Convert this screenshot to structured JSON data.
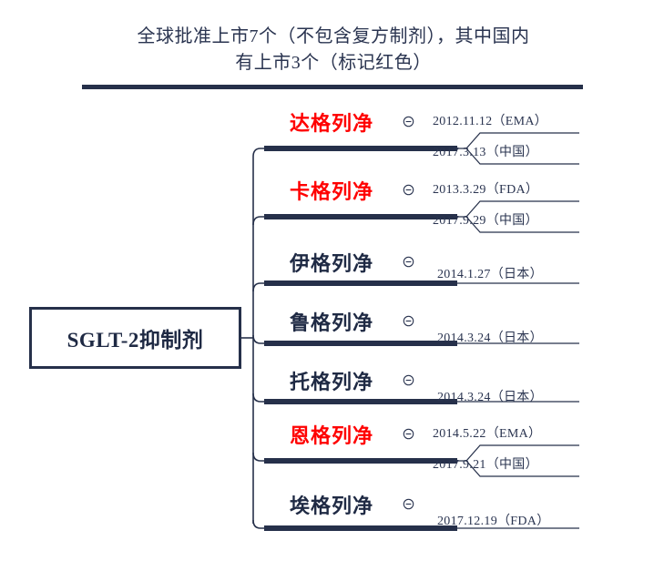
{
  "title": {
    "line1": "全球批准上市7个（不包含复方制剂），其中国内",
    "line2": "有上市3个（标记红色）"
  },
  "root": {
    "label": "SGLT-2抑制剂"
  },
  "colors": {
    "navy": "#26304a",
    "text_navy": "#2a3450",
    "red": "#ff0000",
    "background": "#ffffff"
  },
  "toggle_icon_name": "collapse-minus-icon",
  "branches": [
    {
      "name": "达格列净",
      "highlight": true,
      "toggle": "collapse-minus-icon",
      "sub_items": [
        "2012.11.12（EMA）",
        "2017.3.13（中国）"
      ]
    },
    {
      "name": "卡格列净",
      "highlight": true,
      "toggle": "collapse-minus-icon",
      "sub_items": [
        "2013.3.29（FDA）",
        "2017.9.29（中国）"
      ]
    },
    {
      "name": "伊格列净",
      "highlight": false,
      "toggle": "collapse-minus-icon",
      "sub_items": [
        "2014.1.27（日本）"
      ]
    },
    {
      "name": "鲁格列净",
      "highlight": false,
      "toggle": "collapse-minus-icon",
      "sub_items": [
        "2014.3.24（日本）"
      ]
    },
    {
      "name": "托格列净",
      "highlight": false,
      "toggle": "collapse-minus-icon",
      "sub_items": [
        "2014.3.24（日本）"
      ]
    },
    {
      "name": "恩格列净",
      "highlight": true,
      "toggle": "collapse-minus-icon",
      "sub_items": [
        "2014.5.22（EMA）",
        "2017.9.21（中国）"
      ]
    },
    {
      "name": "埃格列净",
      "highlight": false,
      "toggle": "collapse-minus-icon",
      "sub_items": [
        "2017.12.19（FDA）"
      ]
    }
  ]
}
